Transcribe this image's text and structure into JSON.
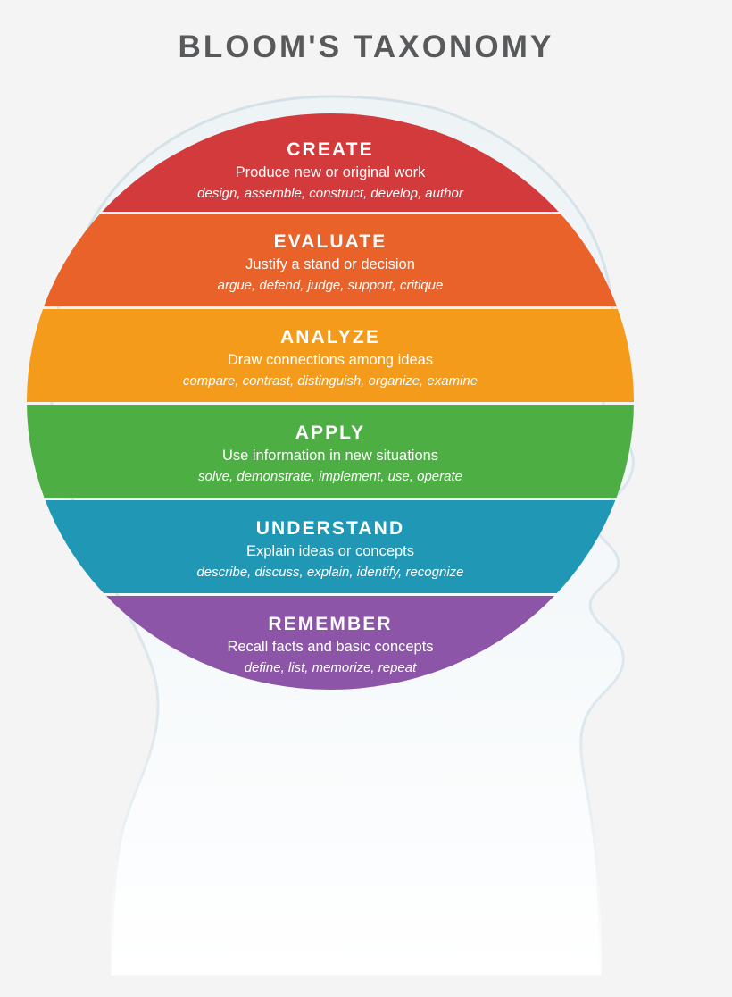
{
  "page": {
    "title": "BLOOM'S TAXONOMY",
    "background_color": "#f4f4f4",
    "title_color": "#58595b"
  },
  "silhouette": {
    "name": "head-profile-silhouette",
    "fill_color": "#edf2f5",
    "outline_color": "#d4e2e8"
  },
  "pyramid": {
    "shape": "circle",
    "levels": [
      {
        "id": "create",
        "title": "CREATE",
        "description": "Produce new or original work",
        "verbs": "design, assemble, construct, develop, author",
        "color": "#d33a3c"
      },
      {
        "id": "evaluate",
        "title": "EVALUATE",
        "description": "Justify a stand or decision",
        "verbs": "argue, defend, judge, support, critique",
        "color": "#e8622a"
      },
      {
        "id": "analyze",
        "title": "ANALYZE",
        "description": "Draw connections among ideas",
        "verbs": "compare, contrast, distinguish, organize, examine",
        "color": "#f59b1c"
      },
      {
        "id": "apply",
        "title": "APPLY",
        "description": "Use information in new situations",
        "verbs": "solve, demonstrate, implement, use, operate",
        "color": "#4cae43"
      },
      {
        "id": "understand",
        "title": "UNDERSTAND",
        "description": "Explain ideas or concepts",
        "verbs": "describe, discuss, explain, identify, recognize",
        "color": "#2098b5"
      },
      {
        "id": "remember",
        "title": "REMEMBER",
        "description": "Recall facts and basic concepts",
        "verbs": "define, list, memorize, repeat",
        "color": "#8c55a8"
      }
    ]
  }
}
